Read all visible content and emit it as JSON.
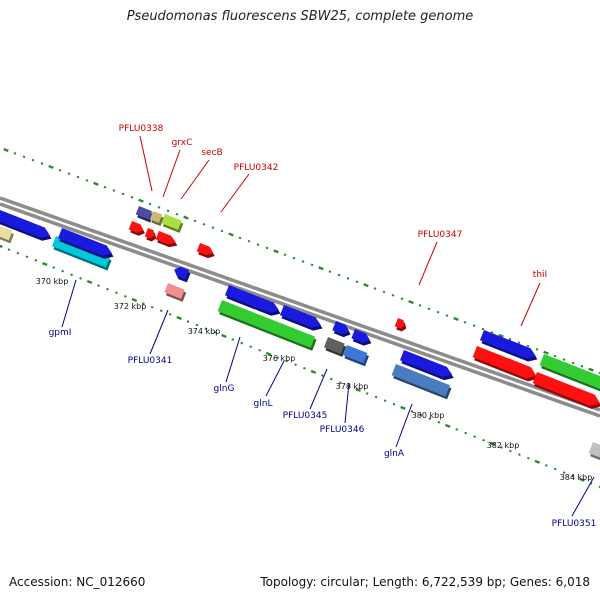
{
  "header": {
    "title": "Pseudomonas fluorescens SBW25, complete genome"
  },
  "footer": {
    "accession": "Accession: NC_012660",
    "summary": "Topology: circular; Length: 6,722,539 bp; Genes: 6,018"
  },
  "colors": {
    "backbone": "#8c8c8c",
    "tick": "#2a8a2a",
    "forward_label": "#cc0000",
    "reverse_label": "#00008b"
  },
  "scale_labels": [
    "370 kbp",
    "372 kbp",
    "374 kbp",
    "376 kbp",
    "378 kbp",
    "380 kbp",
    "382 kbp",
    "384 kbp"
  ],
  "forward_labels": [
    "PFLU0338",
    "grxC",
    "secB",
    "PFLU0342",
    "PFLU0347",
    "thiI"
  ],
  "reverse_labels": [
    "gpmI",
    "PFLU0341",
    "glnG",
    "glnL",
    "PFLU0345",
    "PFLU0346",
    "glnA",
    "PFLU0351"
  ]
}
